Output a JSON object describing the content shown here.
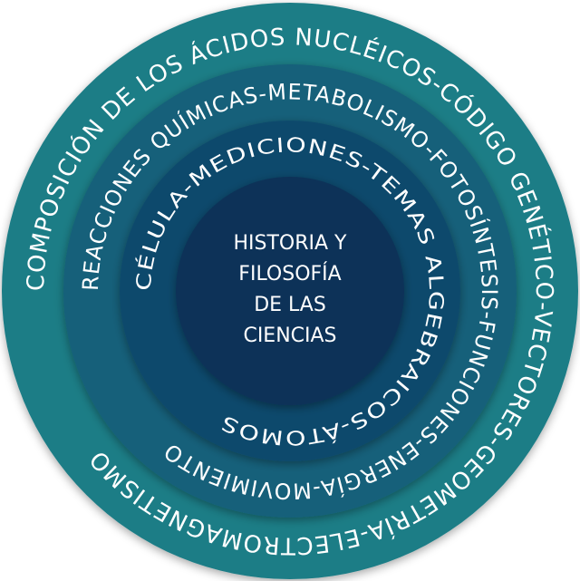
{
  "center": {
    "lines": [
      "HISTORIA Y",
      "FILOSOFÍA",
      "DE LAS",
      "CIENCIAS"
    ]
  },
  "rings": [
    {
      "id": "outer",
      "text": "COMPOSICIÓN DE LOS ÁCIDOS NUCLÉICOS-CÓDIGO GENÉTICO-VECTORES-GEOMETRÍA-ELECTROMAGNETISMO"
    },
    {
      "id": "second",
      "text": "REACCIONES QUÍMICAS-METABOLISMO-FOTOSÍNTESIS-FUNCIONES-ENERGÍA-MOVIMIENTO"
    },
    {
      "id": "third",
      "text": "CÉLULA-MEDICIONES-TEMAS ALGEBRAICOS-ÁTOMOS"
    }
  ],
  "colors": {
    "outer": "#1f7d86",
    "second": "#14617a",
    "third": "#0f4a6c",
    "center": "#0b3258",
    "text": "#ffffff"
  }
}
